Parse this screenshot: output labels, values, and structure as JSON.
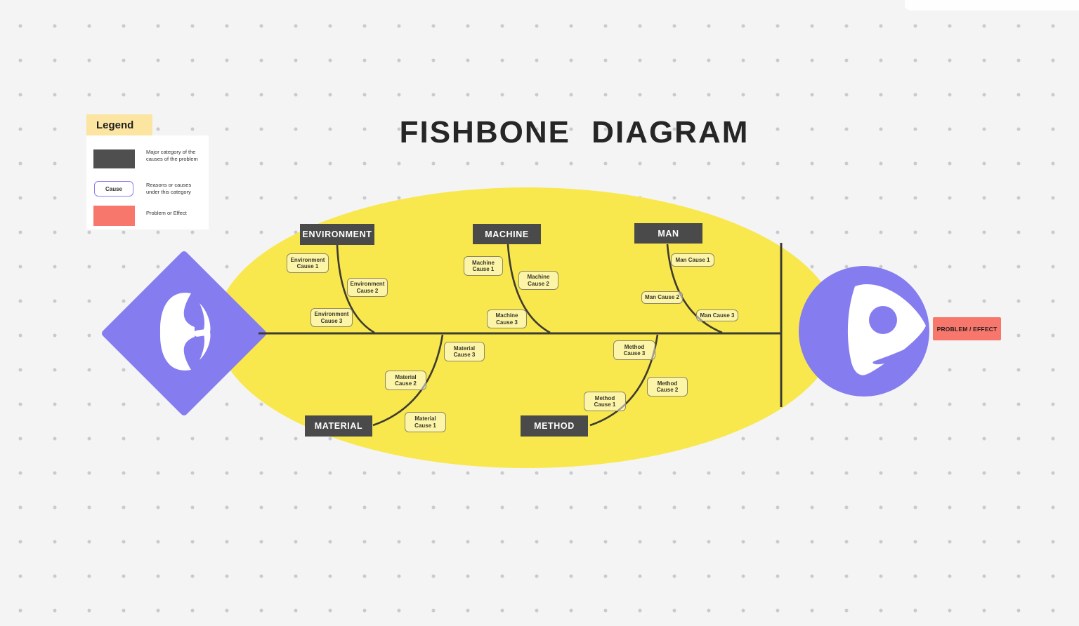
{
  "app": {
    "title": "FISHBONE DIAGRAM"
  },
  "legend": {
    "header": "Legend",
    "items": [
      {
        "type": "major-category-swatch",
        "swatch_color": "#4F4F4F",
        "description": "Major category of the causes of the problem"
      },
      {
        "type": "cause-chip",
        "chip_label": "Cause",
        "description": "Reasons or causes under this category"
      },
      {
        "type": "problem-swatch",
        "swatch_color": "#F8776C",
        "description": "Problem or Effect"
      }
    ]
  },
  "fishbone": {
    "problem_label": "PROBLEM / EFFECT",
    "categories": [
      {
        "name": "ENVIRONMENT",
        "side": "top",
        "causes": [
          "Environment Cause 1",
          "Environment Cause 2",
          "Environment Cause 3"
        ]
      },
      {
        "name": "MACHINE",
        "side": "top",
        "causes": [
          "Machine Cause 1",
          "Machine Cause 2",
          "Machine Cause 3"
        ]
      },
      {
        "name": "MAN",
        "side": "top",
        "causes": [
          "Man Cause 1",
          "Man Cause 2",
          "Man Cause 3"
        ]
      },
      {
        "name": "MATERIAL",
        "side": "bottom",
        "causes": [
          "Material Cause 1",
          "Material Cause 2",
          "Material Cause 3"
        ]
      },
      {
        "name": "METHOD",
        "side": "bottom",
        "causes": [
          "Method Cause 1",
          "Method Cause 2",
          "Method Cause 3"
        ]
      }
    ],
    "colors": {
      "fish_body_yellow": "#F8E84D",
      "accent_purple": "#857CF0",
      "category_box_gray": "#4A4A4A",
      "problem_red": "#F8776C",
      "bone_line": "#3E3B32",
      "background": "#F4F4F5",
      "legend_header_yellow": "#FBE5A1"
    }
  }
}
